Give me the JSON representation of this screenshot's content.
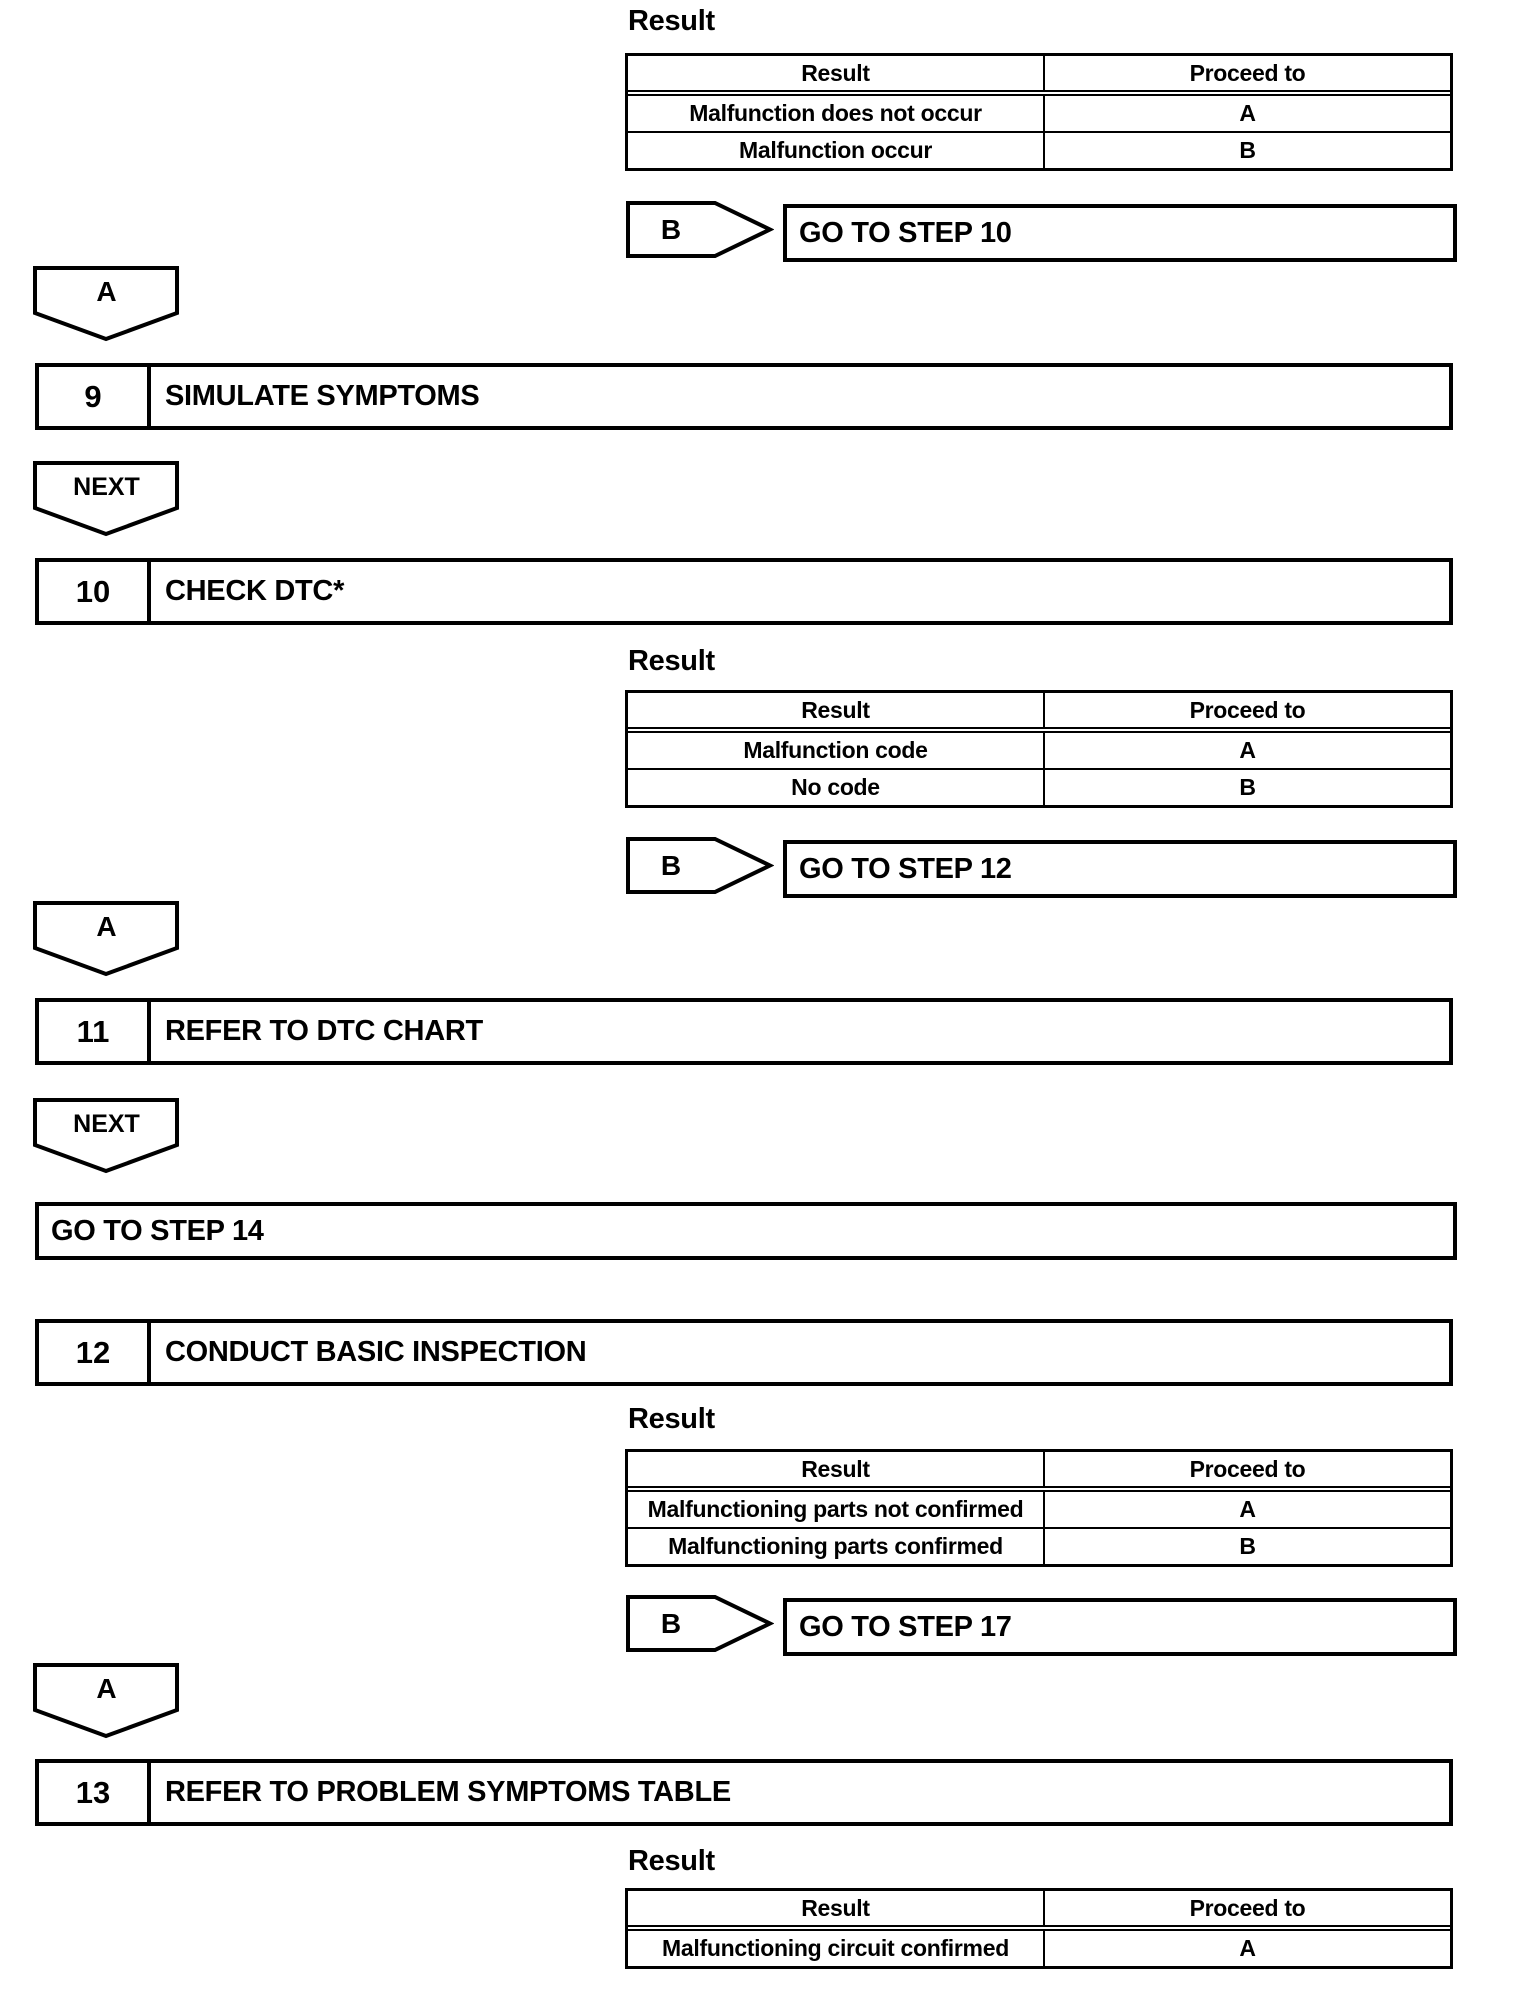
{
  "labels": {
    "result": "Result",
    "a": "A",
    "b": "B",
    "next": "NEXT"
  },
  "tables": [
    {
      "headers": [
        "Result",
        "Proceed to"
      ],
      "rows": [
        [
          "Malfunction does not occur",
          "A"
        ],
        [
          "Malfunction occur",
          "B"
        ]
      ]
    },
    {
      "headers": [
        "Result",
        "Proceed to"
      ],
      "rows": [
        [
          "Malfunction code",
          "A"
        ],
        [
          "No code",
          "B"
        ]
      ]
    },
    {
      "headers": [
        "Result",
        "Proceed to"
      ],
      "rows": [
        [
          "Malfunctioning parts not confirmed",
          "A"
        ],
        [
          "Malfunctioning parts confirmed",
          "B"
        ]
      ]
    },
    {
      "headers": [
        "Result",
        "Proceed to"
      ],
      "rows": [
        [
          "Malfunctioning circuit confirmed",
          "A"
        ]
      ]
    }
  ],
  "steps": [
    {
      "number": "9",
      "title": "SIMULATE SYMPTOMS"
    },
    {
      "number": "10",
      "title": "CHECK DTC*"
    },
    {
      "number": "11",
      "title": "REFER TO DTC CHART"
    },
    {
      "number": "12",
      "title": "CONDUCT BASIC INSPECTION"
    },
    {
      "number": "13",
      "title": "REFER TO PROBLEM SYMPTOMS TABLE"
    }
  ],
  "goto_boxes": [
    {
      "label": "GO TO STEP 10"
    },
    {
      "label": "GO TO STEP 12"
    },
    {
      "label": "GO TO STEP 14"
    },
    {
      "label": "GO TO STEP 17"
    }
  ],
  "colors": {
    "ink": "#000000",
    "paper": "#ffffff"
  }
}
